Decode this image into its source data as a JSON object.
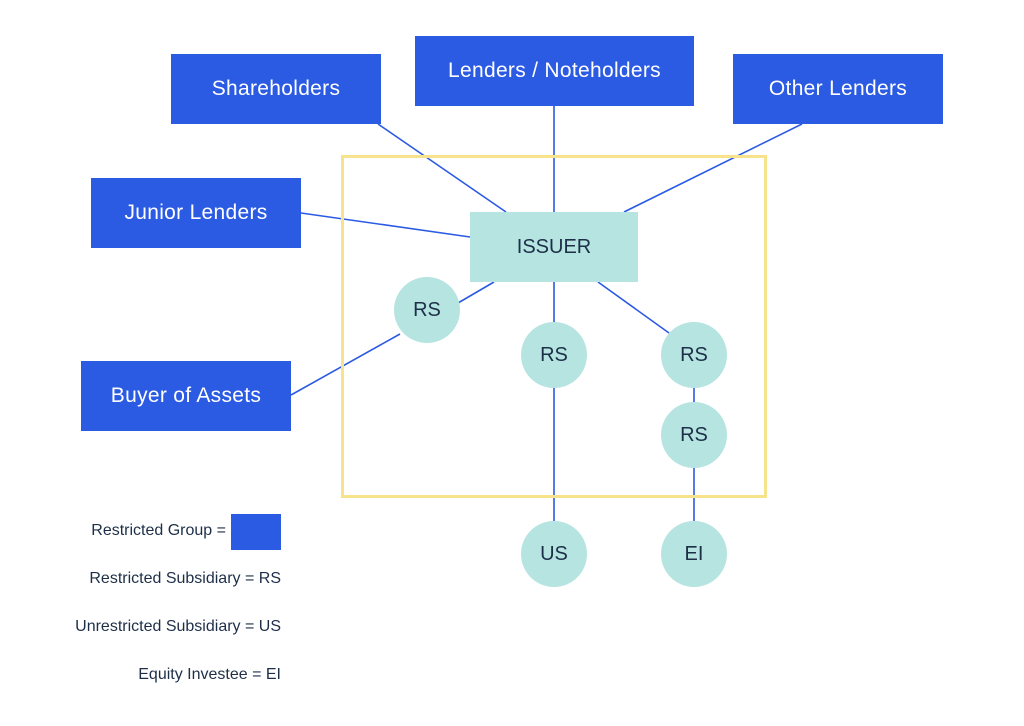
{
  "colors": {
    "party_blue": "#2b5ae3",
    "entity_teal": "#b5e4e1",
    "restricted_frame_yellow": "#f7e38c",
    "connector_blue": "#2b5ae3",
    "text_dark": "#1d2f48"
  },
  "parties": {
    "shareholders": "Shareholders",
    "lenders_noteholders": "Lenders / Noteholders",
    "other_lenders": "Other Lenders",
    "junior_lenders": "Junior Lenders",
    "buyer_of_assets": "Buyer of Assets"
  },
  "group": {
    "issuer": "ISSUER",
    "rs_left": "RS",
    "rs_middle": "RS",
    "rs_right_upper": "RS",
    "rs_right_lower": "RS"
  },
  "outside": {
    "us": "US",
    "ei": "EI"
  },
  "legend": {
    "restricted_group": "Restricted Group =",
    "restricted_subsidiary": "Restricted Subsidiary = RS",
    "unrestricted_subsidiary": "Unrestricted Subsidiary = US",
    "equity_investee": "Equity Investee = EI"
  }
}
